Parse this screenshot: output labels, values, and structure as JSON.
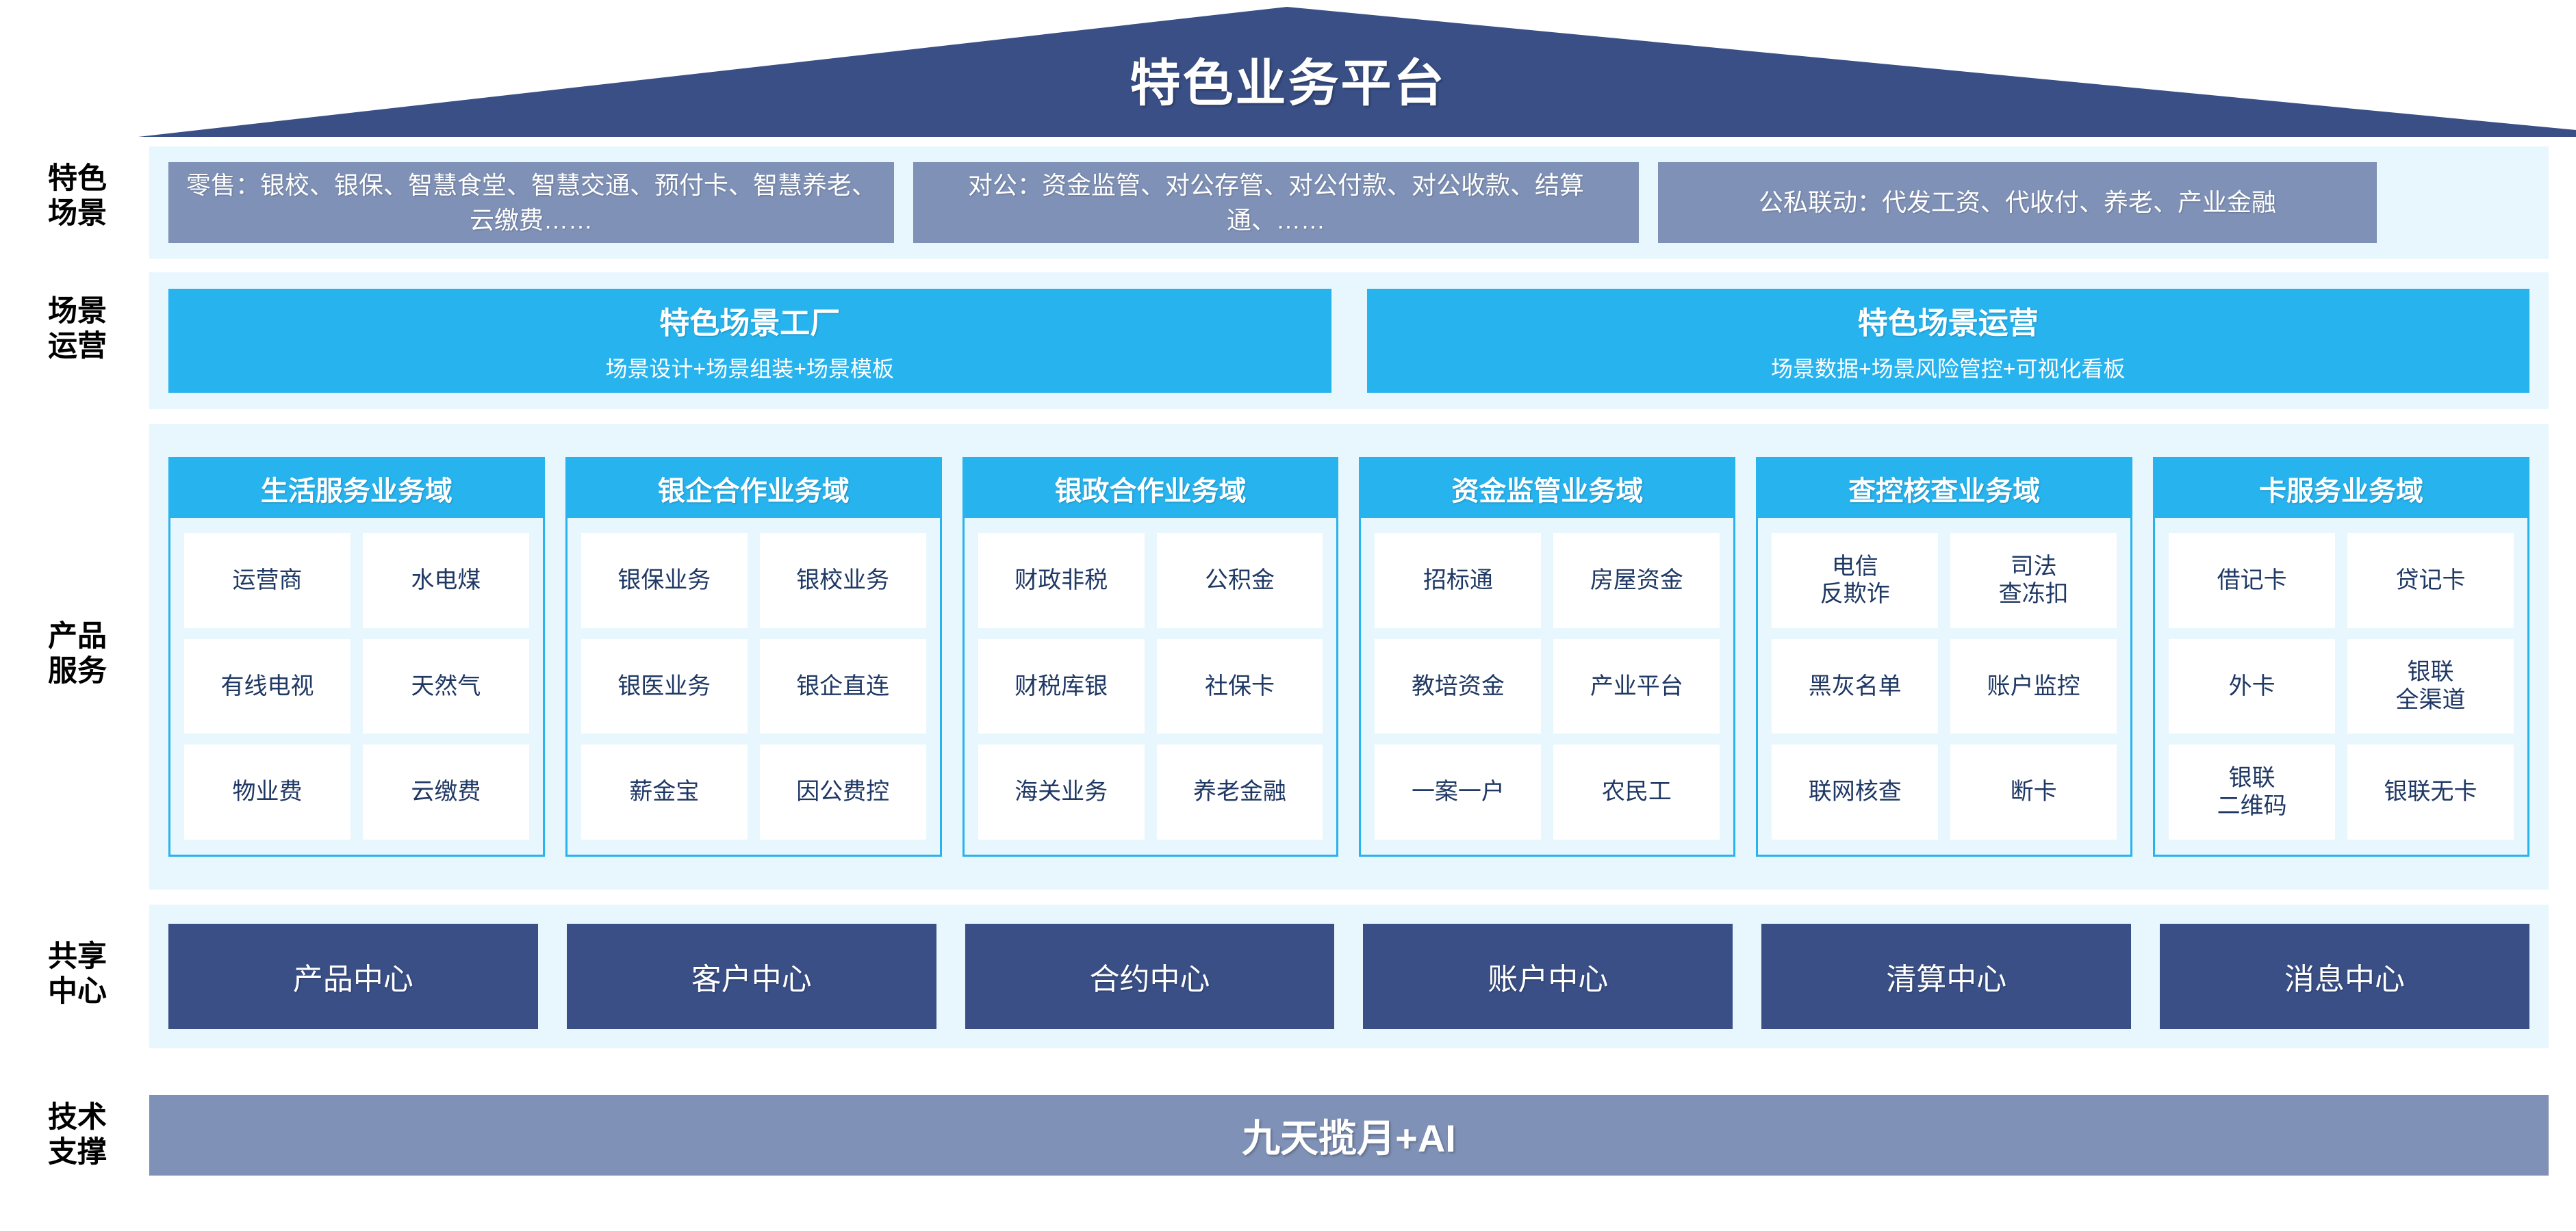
{
  "header": {
    "title": "特色业务平台"
  },
  "row_labels": {
    "scenario": "特色\n场景",
    "operation": "场景\n运营",
    "product": "产品\n服务",
    "shared": "共享\n中心",
    "tech": "技术\n支撑"
  },
  "scenario": {
    "boxes": [
      {
        "text": "零售：银校、银保、智慧食堂、智慧交通、预付卡、智慧养老、云缴费……"
      },
      {
        "text": "对公：资金监管、对公存管、对公付款、对公收款、结算通、……"
      },
      {
        "text": "公私联动：代发工资、代收付、养老、产业金融"
      }
    ]
  },
  "operation": {
    "boxes": [
      {
        "title": "特色场景工厂",
        "subtitle": "场景设计+场景组装+场景模板"
      },
      {
        "title": "特色场景运营",
        "subtitle": "场景数据+场景风险管控+可视化看板"
      }
    ]
  },
  "product": {
    "columns": [
      {
        "title": "生活服务业务域",
        "items": [
          "运营商",
          "水电煤",
          "有线电视",
          "天然气",
          "物业费",
          "云缴费"
        ]
      },
      {
        "title": "银企合作业务域",
        "items": [
          "银保业务",
          "银校业务",
          "银医业务",
          "银企直连",
          "薪金宝",
          "因公费控"
        ]
      },
      {
        "title": "银政合作业务域",
        "items": [
          "财政非税",
          "公积金",
          "财税库银",
          "社保卡",
          "海关业务",
          "养老金融"
        ]
      },
      {
        "title": "资金监管业务域",
        "items": [
          "招标通",
          "房屋资金",
          "教培资金",
          "产业平台",
          "一案一户",
          "农民工"
        ]
      },
      {
        "title": "查控核查业务域",
        "items": [
          "电信\n反欺诈",
          "司法\n查冻扣",
          "黑灰名单",
          "账户监控",
          "联网核查",
          "断卡"
        ]
      },
      {
        "title": "卡服务业务域",
        "items": [
          "借记卡",
          "贷记卡",
          "外卡",
          "银联\n全渠道",
          "银联\n二维码",
          "银联无卡"
        ]
      }
    ]
  },
  "shared": {
    "boxes": [
      "产品中心",
      "客户中心",
      "合约中心",
      "账户中心",
      "清算中心",
      "消息中心"
    ]
  },
  "tech": {
    "title": "九天揽月+AI"
  },
  "colors": {
    "navy": "#394f86",
    "cyan": "#26b3ee",
    "slate": "#7f91b6",
    "band_bg": "#e8f6fd",
    "text_navy": "#1f3864"
  }
}
